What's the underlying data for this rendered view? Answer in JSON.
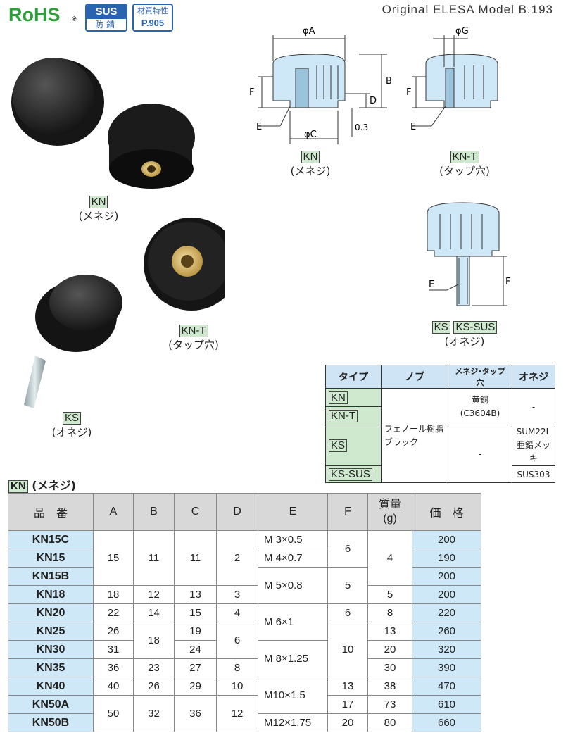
{
  "header": {
    "rohs": "RoHS",
    "rohs_mark": "※",
    "sus_top": "SUS",
    "sus_bottom": "防錆",
    "material_top": "材質特性",
    "material_bottom": "P.905",
    "model": "Original ELESA Model B.193"
  },
  "photos": {
    "kn_code": "KN",
    "kn_caption": "(メネジ)",
    "knt_code": "KN-T",
    "knt_caption": "(タップ穴)",
    "ks_code": "KS",
    "ks_caption": "(オネジ)"
  },
  "drawings": {
    "kn": {
      "phiA": "φA",
      "B": "B",
      "F": "F",
      "D": "D",
      "E": "E",
      "phiC": "φC",
      "gap": "0.3",
      "code": "KN",
      "caption": "(メネジ)"
    },
    "knt": {
      "phiG": "φG",
      "F": "F",
      "E": "E",
      "code": "KN-T",
      "caption": "(タップ穴)"
    },
    "ks": {
      "E": "E",
      "F": "F",
      "code1": "KS",
      "code2": "KS-SUS",
      "caption": "(オネジ)"
    }
  },
  "type_table": {
    "headers": [
      "タイプ",
      "ノブ",
      "メネジ･タップ穴",
      "オネジ"
    ],
    "codes": [
      "KN",
      "KN-T",
      "KS",
      "KS-SUS"
    ],
    "knob": "フェノール樹脂\nブラック",
    "female_brass": "黄銅\n(C3604B)",
    "female_none": "-",
    "male_none": "-",
    "male_ks": "SUM22L\n亜鉛メッキ",
    "male_ks_sus": "SUS303"
  },
  "spec": {
    "section_code": "KN",
    "section_caption": "(メネジ)",
    "headers": [
      "品　番",
      "A",
      "B",
      "C",
      "D",
      "E",
      "F",
      "質量\n(g)",
      "価　格"
    ],
    "part_numbers": [
      "KN15C",
      "KN15",
      "KN15B",
      "KN18",
      "KN20",
      "KN25",
      "KN30",
      "KN35",
      "KN40",
      "KN50A",
      "KN50B"
    ],
    "A": [
      "15",
      "18",
      "22",
      "26",
      "31",
      "36",
      "40",
      "50"
    ],
    "B": [
      "11",
      "12",
      "14",
      "18",
      "23",
      "26",
      "32"
    ],
    "C": [
      "11",
      "13",
      "15",
      "19",
      "24",
      "27",
      "29",
      "36"
    ],
    "D": [
      "2",
      "3",
      "4",
      "6",
      "8",
      "10",
      "12"
    ],
    "E": [
      "M  3×0.5",
      "M  4×0.7",
      "M  5×0.8",
      "M  6×1",
      "M  8×1.25",
      "M10×1.5",
      "M12×1.75"
    ],
    "F": [
      "6",
      "5",
      "6",
      "10",
      "13",
      "17",
      "20"
    ],
    "mass": [
      "4",
      "5",
      "8",
      "13",
      "20",
      "30",
      "38",
      "73",
      "80"
    ],
    "price": [
      "200",
      "190",
      "200",
      "200",
      "220",
      "260",
      "320",
      "390",
      "470",
      "610",
      "660"
    ]
  }
}
